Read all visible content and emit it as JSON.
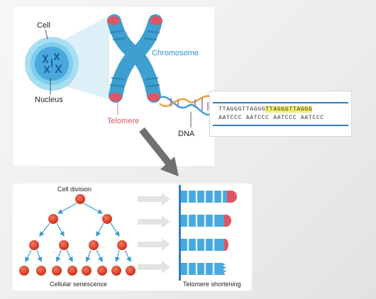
{
  "top": {
    "cell_label": "Cell",
    "nucleus_label": "Nucleus",
    "chromosome_label": "Chromosome",
    "telomere_label": "Telomere",
    "dna_label": "DNA"
  },
  "sequence": {
    "strand1_plain": "TTAGGGTTAGGG",
    "strand1_highlight": "TTAGGGTTAGGG",
    "strand2": "AATCCC AATCCC AATCCC AATCCC"
  },
  "bottom": {
    "cell_division_label": "Cell division",
    "cellular_senescence_label": "Cellular senescence",
    "telomere_shortening_label": "Telomere shortening"
  },
  "colors": {
    "chromosome": "#3e9fd0",
    "telomere": "#e05562",
    "cell": "#8ed4ef",
    "red_cell": "#e2452f",
    "dna_highlight": "#f4ef6a",
    "arrow": "#707070"
  }
}
